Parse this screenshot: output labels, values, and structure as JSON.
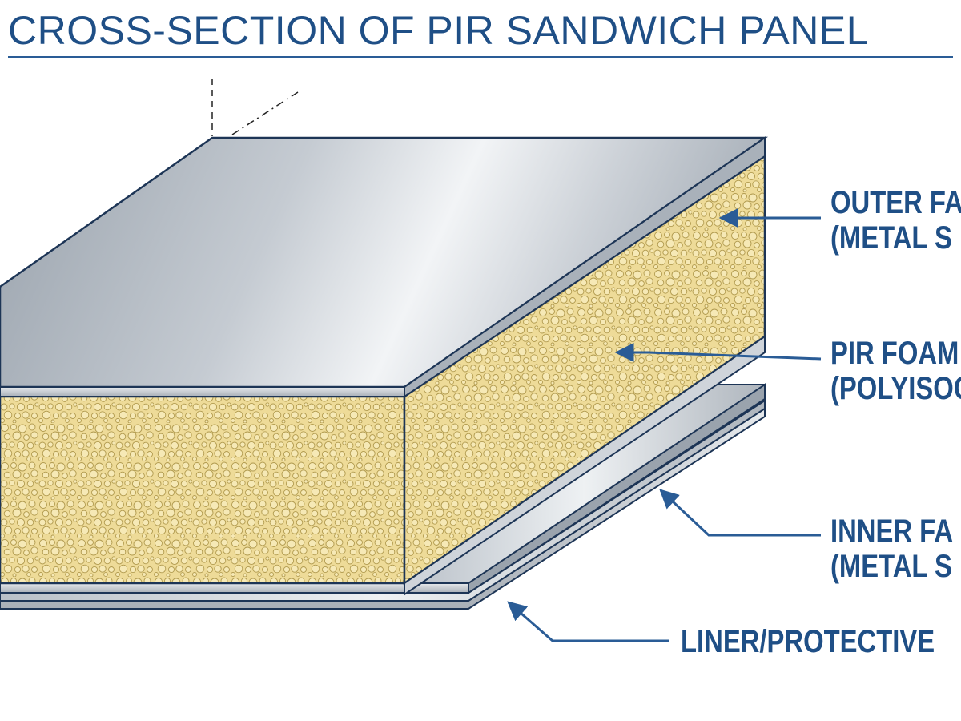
{
  "title": "CROSS-SECTION OF PIR SANDWICH PANEL",
  "labels": {
    "outer_line1": "OUTER FA",
    "outer_line2": "(METAL S",
    "foam_line1": "PIR FOAM",
    "foam_line2": "(POLYISOC",
    "inner_line1": "INNER FA",
    "inner_line2": "(METAL S",
    "liner_line1": "LINER/PROTECTIVE"
  },
  "colors": {
    "title": "#1f4f86",
    "label": "#1f4f86",
    "outline": "#1d3556",
    "foam": "#ecd792",
    "metal": "#c7cdd4"
  }
}
